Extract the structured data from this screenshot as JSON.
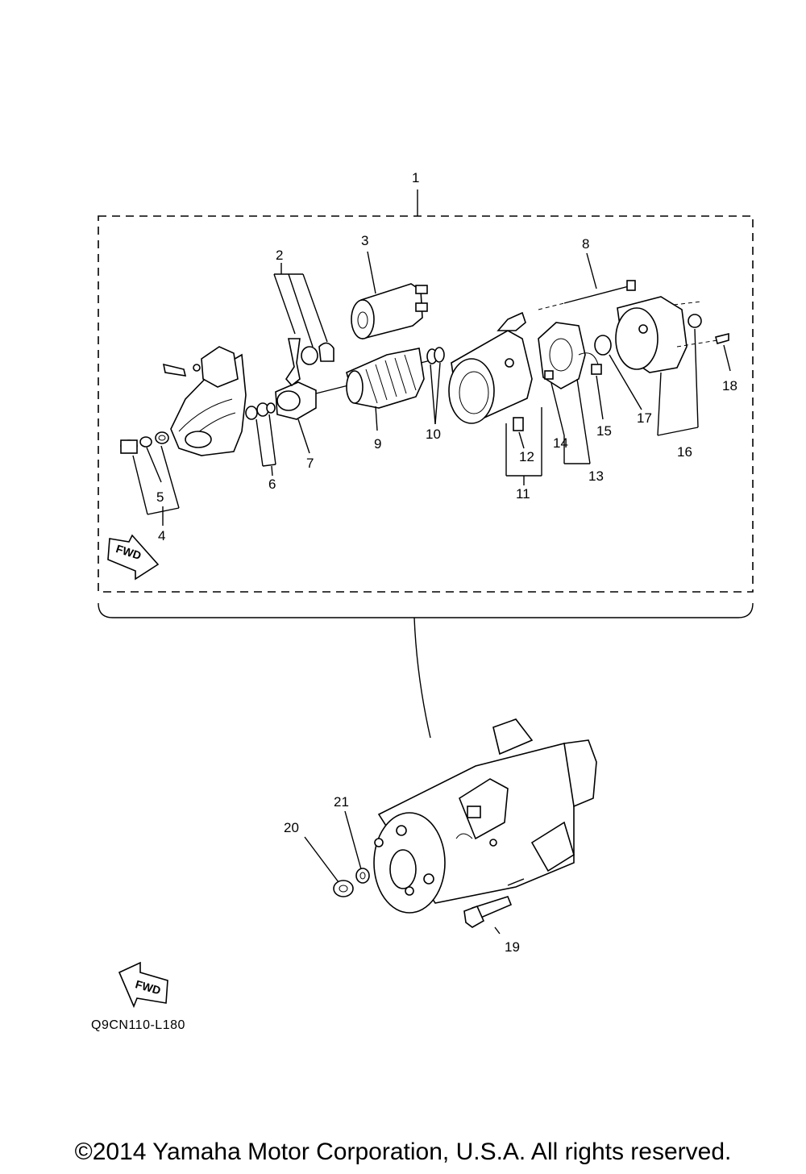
{
  "callouts": [
    "1",
    "2",
    "3",
    "4",
    "5",
    "6",
    "7",
    "8",
    "9",
    "10",
    "11",
    "12",
    "13",
    "14",
    "15",
    "16",
    "17",
    "18",
    "19",
    "20",
    "21"
  ],
  "fwd_label": "FWD",
  "ref_code": "Q9CN110-L180",
  "copyright": "©2014 Yamaha Motor Corporation, U.S.A. All rights reserved."
}
